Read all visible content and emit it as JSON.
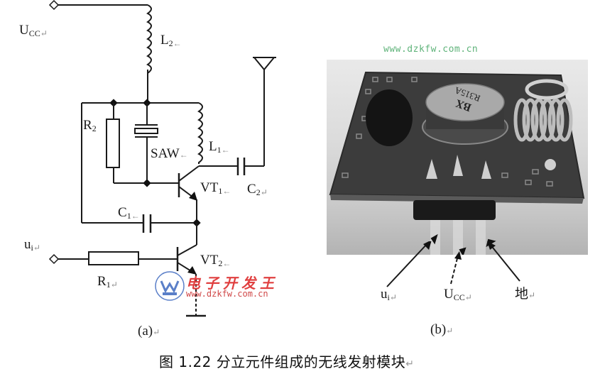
{
  "circuit": {
    "labels": {
      "ucc_main": "U",
      "ucc_sub": "CC",
      "L2_main": "L",
      "L2_sub": "2",
      "R2_main": "R",
      "R2_sub": "2",
      "SAW": "SAW",
      "L1_main": "L",
      "L1_sub": "1",
      "VT1_main": "VT",
      "VT1_sub": "1",
      "C2_main": "C",
      "C2_sub": "2",
      "C1_main": "C",
      "C1_sub": "1",
      "ui_main": "u",
      "ui_sub": "i",
      "R1_main": "R",
      "R1_sub": "1",
      "VT2_main": "VT",
      "VT2_sub": "2",
      "return_mark": "↵",
      "arrow_mark": "←"
    },
    "sublabel": "(a)"
  },
  "photo": {
    "component_text_line1": "BX",
    "component_text_line2": "R315A",
    "pin_labels": {
      "ui_main": "u",
      "ui_sub": "i",
      "ucc_main": "U",
      "ucc_sub": "CC",
      "ground": "地"
    },
    "sublabel": "(b)",
    "url": "www.dzkfw.com.cn"
  },
  "watermark": {
    "brand": "电子开发王",
    "url": "www.dzkfw.com.cn",
    "logo_letter": "W"
  },
  "caption": {
    "text": "图 1.22  分立元件组成的无线发射模块",
    "return_mark": "↵"
  },
  "colors": {
    "wire": "#1a1a1a",
    "watermark_red": "#e04040",
    "watermark_blue": "#5a7fc8",
    "url_green": "#5fb37a"
  }
}
